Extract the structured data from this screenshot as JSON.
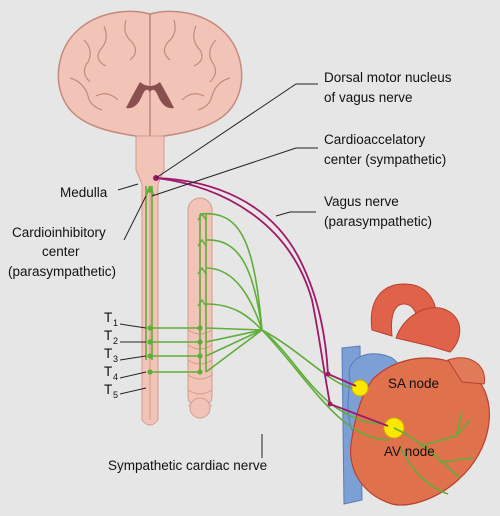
{
  "labels": {
    "dmn_line1": "Dorsal motor nucleus",
    "dmn_line2": "of vagus nerve",
    "cardioacc_line1": "Cardioaccelatory",
    "cardioacc_line2": "center (sympathetic)",
    "vagus_line1": "Vagus nerve",
    "vagus_line2": "(parasympathetic)",
    "medulla": "Medulla",
    "cardioinhib_line1": "Cardioinhibitory",
    "cardioinhib_line2": "center",
    "cardioinhib_line3": "(parasympathetic)",
    "sa_node": "SA node",
    "av_node": "AV node",
    "sympathetic_cardiac_nerve": "Sympathetic cardiac nerve"
  },
  "spinal_segments": [
    {
      "letter": "T",
      "sub": "1"
    },
    {
      "letter": "T",
      "sub": "2"
    },
    {
      "letter": "T",
      "sub": "3"
    },
    {
      "letter": "T",
      "sub": "4"
    },
    {
      "letter": "T",
      "sub": "5"
    }
  ],
  "colors": {
    "background": "#e6e6e6",
    "brain": "#f2c4b8",
    "brain_outline": "#c48a7c",
    "parasympathetic": "#a0186a",
    "sympathetic": "#5fae3a",
    "heart": "#e0714d",
    "vessel_blue": "#7c9fd6",
    "node_yellow": "#ffe800"
  }
}
